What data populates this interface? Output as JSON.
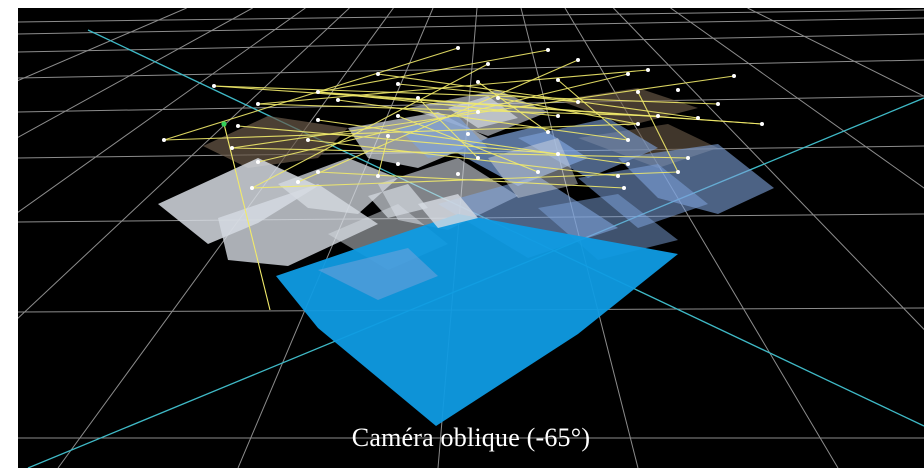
{
  "caption": "Caméra oblique (-65°)",
  "colors": {
    "background": "#000000",
    "grid_line": "#8c8c8c",
    "axis_line": "#3fb9c6",
    "front_panel": "#0f9be3",
    "light_panel": "#d6dbe2",
    "blue_panel": "#7ea3dc",
    "brown_panel": "#6b5a48",
    "path_line": "#f1ea6a",
    "path_node": "#ffffff",
    "start_node": "#34d05a"
  },
  "scene": {
    "view": "3D viewport",
    "grid": true,
    "axes": [
      "cyan"
    ]
  }
}
